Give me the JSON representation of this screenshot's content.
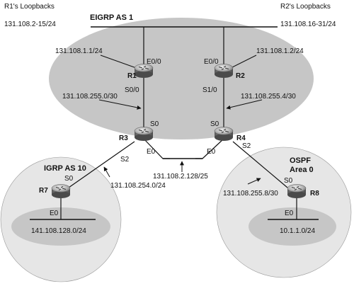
{
  "top_left": {
    "title": "R1's Loopbacks",
    "range": "131.108.2-15/24"
  },
  "top_right": {
    "title": "R2's Loopbacks",
    "range": "131.108.16-31/24"
  },
  "eigrp": {
    "title": "EIGRP AS 1",
    "r1_lan": "131.108.1.1/24",
    "r2_lan": "131.108.1.2/24",
    "r1_wan": "131.108.255.0/30",
    "r2_wan": "131.108.255.4/30"
  },
  "routers": {
    "r1": {
      "name": "R1",
      "if_top": "E0/0",
      "if_bottom": "S0/0"
    },
    "r2": {
      "name": "R2",
      "if_top": "E0/0",
      "if_bottom": "S1/0"
    },
    "r3": {
      "name": "R3",
      "if_top": "S0",
      "if_bottom": "E0",
      "if_side": "S2"
    },
    "r4": {
      "name": "R4",
      "if_top": "S0",
      "if_bottom": "E0",
      "if_side": "S2"
    },
    "r7": {
      "name": "R7",
      "if_top": "S0",
      "if_bottom": "E0"
    },
    "r8": {
      "name": "R8",
      "if_top": "S0",
      "if_bottom": "E0"
    }
  },
  "middle_lan": "131.108.2.128/25",
  "igrp": {
    "title": "IGRP AS 10",
    "wan": "131.108.254.0/24",
    "lan": "141.108.128.0/24"
  },
  "ospf": {
    "title_line1": "OSPF",
    "title_line2": "Area 0",
    "wan": "131.108.255.8/30",
    "lan": "10.1.1.0/24"
  }
}
